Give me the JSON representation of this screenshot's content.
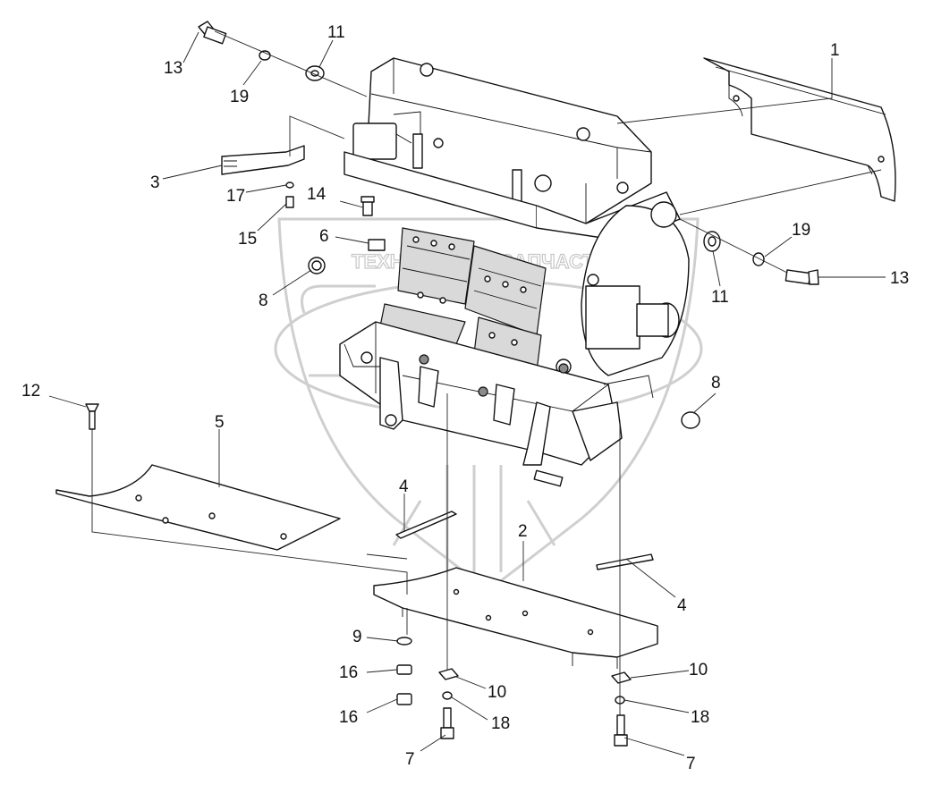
{
  "watermark": {
    "words": [
      "ТЕХНИКА",
      "ЗАПЧАСТИ"
    ]
  },
  "labels": {
    "l1": "1",
    "l2": "2",
    "l3": "3",
    "l4a": "4",
    "l4b": "4",
    "l5": "5",
    "l6": "6",
    "l7a": "7",
    "l7b": "7",
    "l8a": "8",
    "l8b": "8",
    "l9": "9",
    "l10a": "10",
    "l10b": "10",
    "l11a": "11",
    "l11b": "11",
    "l12": "12",
    "l13a": "13",
    "l13b": "13",
    "l14": "14",
    "l15": "15",
    "l16a": "16",
    "l16b": "16",
    "l17": "17",
    "l18a": "18",
    "l18b": "18",
    "l19a": "19",
    "l19b": "19"
  }
}
